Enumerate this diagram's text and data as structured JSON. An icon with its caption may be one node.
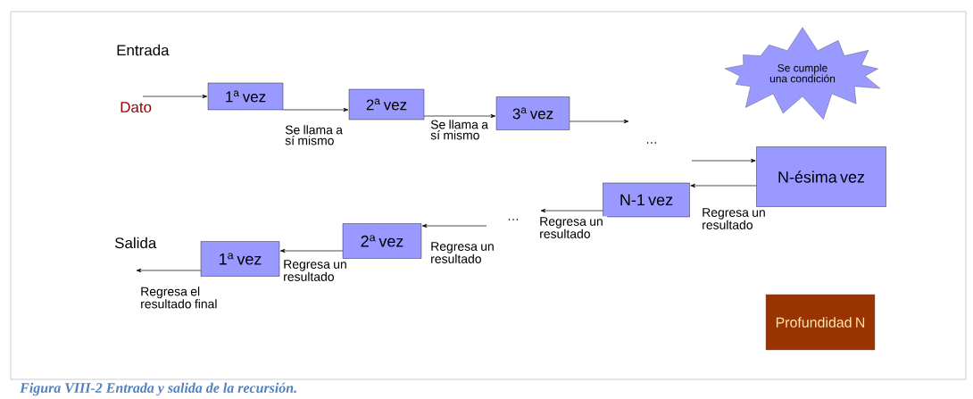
{
  "diagram": {
    "caption": "Figura VIII-2 Entrada y salida de la recursión.",
    "nodes": [
      {
        "text": [
          "1$^{a}$ vez"
        ]
      },
      {
        "text": [
          "2$^{a}$ vez"
        ]
      },
      {
        "text": [
          "3$^{a}$ vez"
        ]
      },
      {
        "text": [
          "Se cumple una condición"
        ]
      },
      {
        "text": [
          "N-ésima vez"
        ]
      },
      {
        "text": [
          "N-1 vez"
        ]
      },
      {
        "text": [
          "2$^{a}$ vez"
        ]
      },
      {
        "text": [
          "1$^{a}$ vez"
        ]
      },
      {
        "text": [
          "Profundidad N"
        ]
      }
    ],
    "edges": [
      {
        "from": null,
        "to": 0,
        "arrow": "to",
        "label": "Dato"
      },
      {
        "from": 0,
        "to": 1,
        "arrow": "to",
        "label": "Se llama a sí mismo"
      },
      {
        "from": 1,
        "to": 2,
        "arrow": "to",
        "label": "Se llama a sí mismo"
      },
      {
        "from": 2,
        "to": null,
        "arrow": "to"
      },
      {
        "from": null,
        "to": 4,
        "arrow": "to"
      },
      {
        "from": 4,
        "to": 5,
        "arrow": "to",
        "label": "Regresa un resultado"
      },
      {
        "from": 5,
        "to": null,
        "arrow": "to",
        "label": "Regresa un resultado"
      },
      {
        "from": null,
        "to": 6,
        "arrow": "to",
        "label": "Regresa un resultado"
      },
      {
        "from": 6,
        "to": 7,
        "arrow": "to",
        "label": "Regresa un resultado"
      },
      {
        "from": 7,
        "to": null,
        "arrow": "to",
        "label": "Regresa el resultado final"
      }
    ],
    "labels": [
      "Entrada",
      "…",
      "…",
      "Salida"
    ]
  }
}
